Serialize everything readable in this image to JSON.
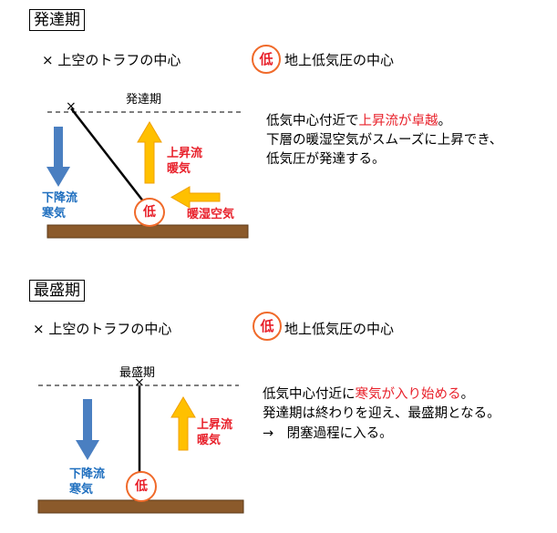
{
  "panels": [
    {
      "id": "development",
      "stage_title": "発達期",
      "legend_trough": "× 上空のトラフの中心",
      "legend_low_symbol": "低",
      "legend_low_text": "地上低気圧の中心",
      "stage_label": "発達期",
      "cross_symbol": "×",
      "downflow_label_1": "下降流",
      "downflow_label_2": "寒気",
      "upflow_label_1": "上昇流",
      "upflow_label_2": "暖気",
      "inflow_label": "暖湿空気",
      "low_symbol": "低",
      "desc_line1_a": "低気中心付近で",
      "desc_line1_b": "上昇流が卓越",
      "desc_line1_c": "。",
      "desc_line2": "下層の暖湿空気がスムーズに上昇でき、",
      "desc_line3": "低気圧が発達する。"
    },
    {
      "id": "mature",
      "stage_title": "最盛期",
      "legend_trough": "× 上空のトラフの中心",
      "legend_low_symbol": "低",
      "legend_low_text": "地上低気圧の中心",
      "stage_label": "最盛期",
      "cross_symbol": "×",
      "downflow_label_1": "下降流",
      "downflow_label_2": "寒気",
      "upflow_label_1": "上昇流",
      "upflow_label_2": "暖気",
      "low_symbol": "低",
      "desc_line1_a": "低気中心付近に",
      "desc_line1_b": "寒気が入り始める",
      "desc_line1_c": "。",
      "desc_line2": "発達期は終わりを迎え、最盛期となる。",
      "desc_line3": "→　閉塞過程に入る。"
    }
  ],
  "colors": {
    "ground": "#8b5a2b",
    "down_arrow": "#4a7fc1",
    "up_arrow": "#ffc000",
    "up_arrow_edge": "#f0a000",
    "low_circle": "#f06a2a",
    "accent_red": "#e8202a",
    "accent_blue": "#1f6fbf"
  }
}
